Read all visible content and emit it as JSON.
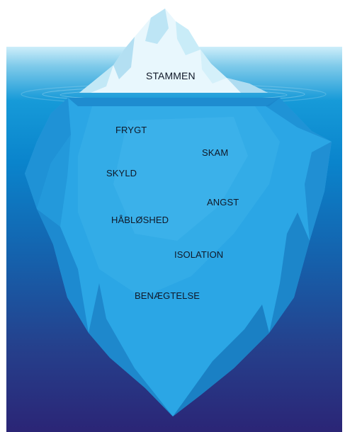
{
  "iceberg": {
    "above_water": "STAMMEN",
    "below_water": [
      "FRYGT",
      "SKAM",
      "SKYLD",
      "ANGST",
      "HÅBLØSHED",
      "ISOLATION",
      "BENÆGTELSE"
    ]
  },
  "colors": {
    "sky": "#ffffff",
    "water_surface": "#bfe6f5",
    "water_mid": "#0b86cf",
    "water_deep": "#2a2378",
    "ice_light": "#e6f6fc",
    "ice_shadow": "#b6e2f3",
    "berg_main": "#2ba3e3",
    "berg_shade": "#1d8fd2",
    "text": "#101828"
  }
}
